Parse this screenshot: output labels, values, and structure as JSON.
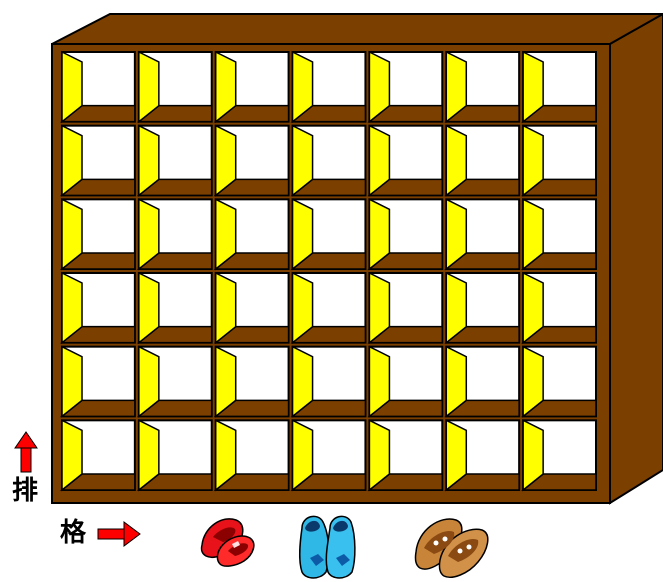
{
  "labels": {
    "row_axis": "排",
    "column_axis": "格"
  },
  "shelf": {
    "rows": 6,
    "columns": 7
  },
  "shoes": [
    {
      "name": "red-shoes",
      "icon": "red-shoes-icon"
    },
    {
      "name": "blue-shoes",
      "icon": "blue-shoes-icon"
    },
    {
      "name": "brown-slippers",
      "icon": "brown-slippers-icon"
    }
  ],
  "colors": {
    "wood": "#7b3f00",
    "wood_dark": "#6a3400",
    "panel_yellow": "#ffff00",
    "cell": "#ffffff",
    "arrow": "#ff0000"
  }
}
